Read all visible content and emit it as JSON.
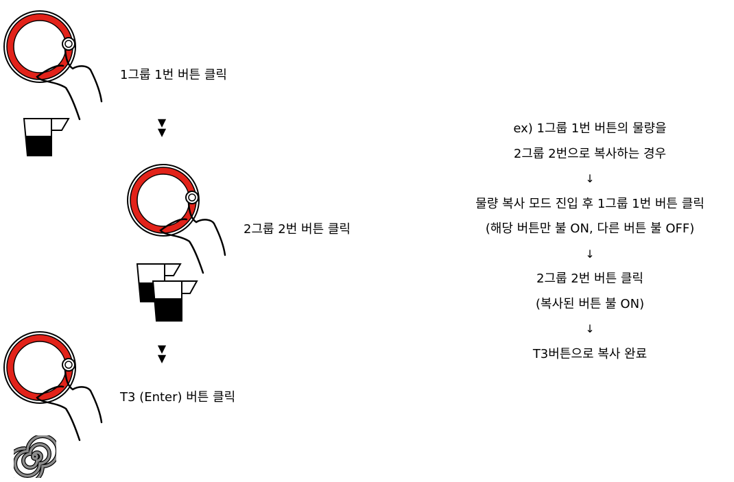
{
  "steps": [
    {
      "label": "1그룹 1번 버튼 클릭",
      "icon": "knob-press-icon",
      "result_icon": "single-cup-icon"
    },
    {
      "label": "2그룹 2번 버튼 클릭",
      "icon": "knob-press-icon",
      "result_icon": "double-cup-icon"
    },
    {
      "label": "T3 (Enter) 버튼 클릭",
      "icon": "knob-press-icon",
      "result_icon": "spiral-icon"
    }
  ],
  "step_arrow": "▼\n▼",
  "description": {
    "lines": [
      "ex) 1그룹 1번 버튼의 물량을",
      "2그룹 2번으로 복사하는 경우",
      "↓",
      "물량 복사 모드 진입 후 1그룹 1번 버튼 클릭",
      "(해당 버튼만 불 ON, 다른 버튼 불 OFF)",
      "↓",
      "2그룹 2번 버튼 클릭",
      "(복사된 버튼 불 ON)",
      "↓",
      "T3버튼으로 복사 완료"
    ]
  },
  "colors": {
    "knob_ring": "#e2231a",
    "cup_fill": "#000000",
    "spiral": "#8c8c8c"
  }
}
